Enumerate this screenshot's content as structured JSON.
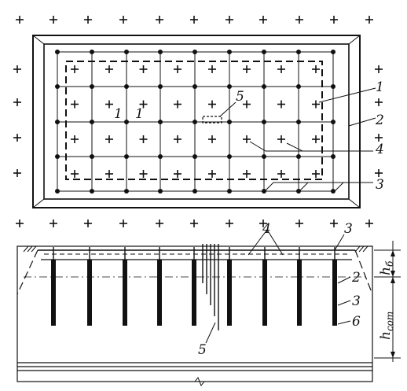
{
  "plan": {
    "callouts": [
      {
        "id": "1",
        "text": "1"
      },
      {
        "id": "2",
        "text": "2"
      },
      {
        "id": "4",
        "text": "4"
      },
      {
        "id": "3",
        "text": "3"
      },
      {
        "id": "5",
        "text": "5"
      }
    ],
    "section_marks": [
      "1",
      "1"
    ]
  },
  "section": {
    "callouts": [
      {
        "id": "4",
        "text": "4"
      },
      {
        "id": "3top",
        "text": "3"
      },
      {
        "id": "2",
        "text": "2"
      },
      {
        "id": "3",
        "text": "3"
      },
      {
        "id": "6",
        "text": "6"
      },
      {
        "id": "5",
        "text": "5"
      }
    ],
    "dimensions": [
      {
        "id": "hb",
        "main": "h",
        "sub": "б"
      },
      {
        "id": "hcom",
        "main": "h",
        "sub": "com"
      }
    ]
  },
  "colors": {
    "ink": "#111111",
    "background": "#ffffff"
  }
}
